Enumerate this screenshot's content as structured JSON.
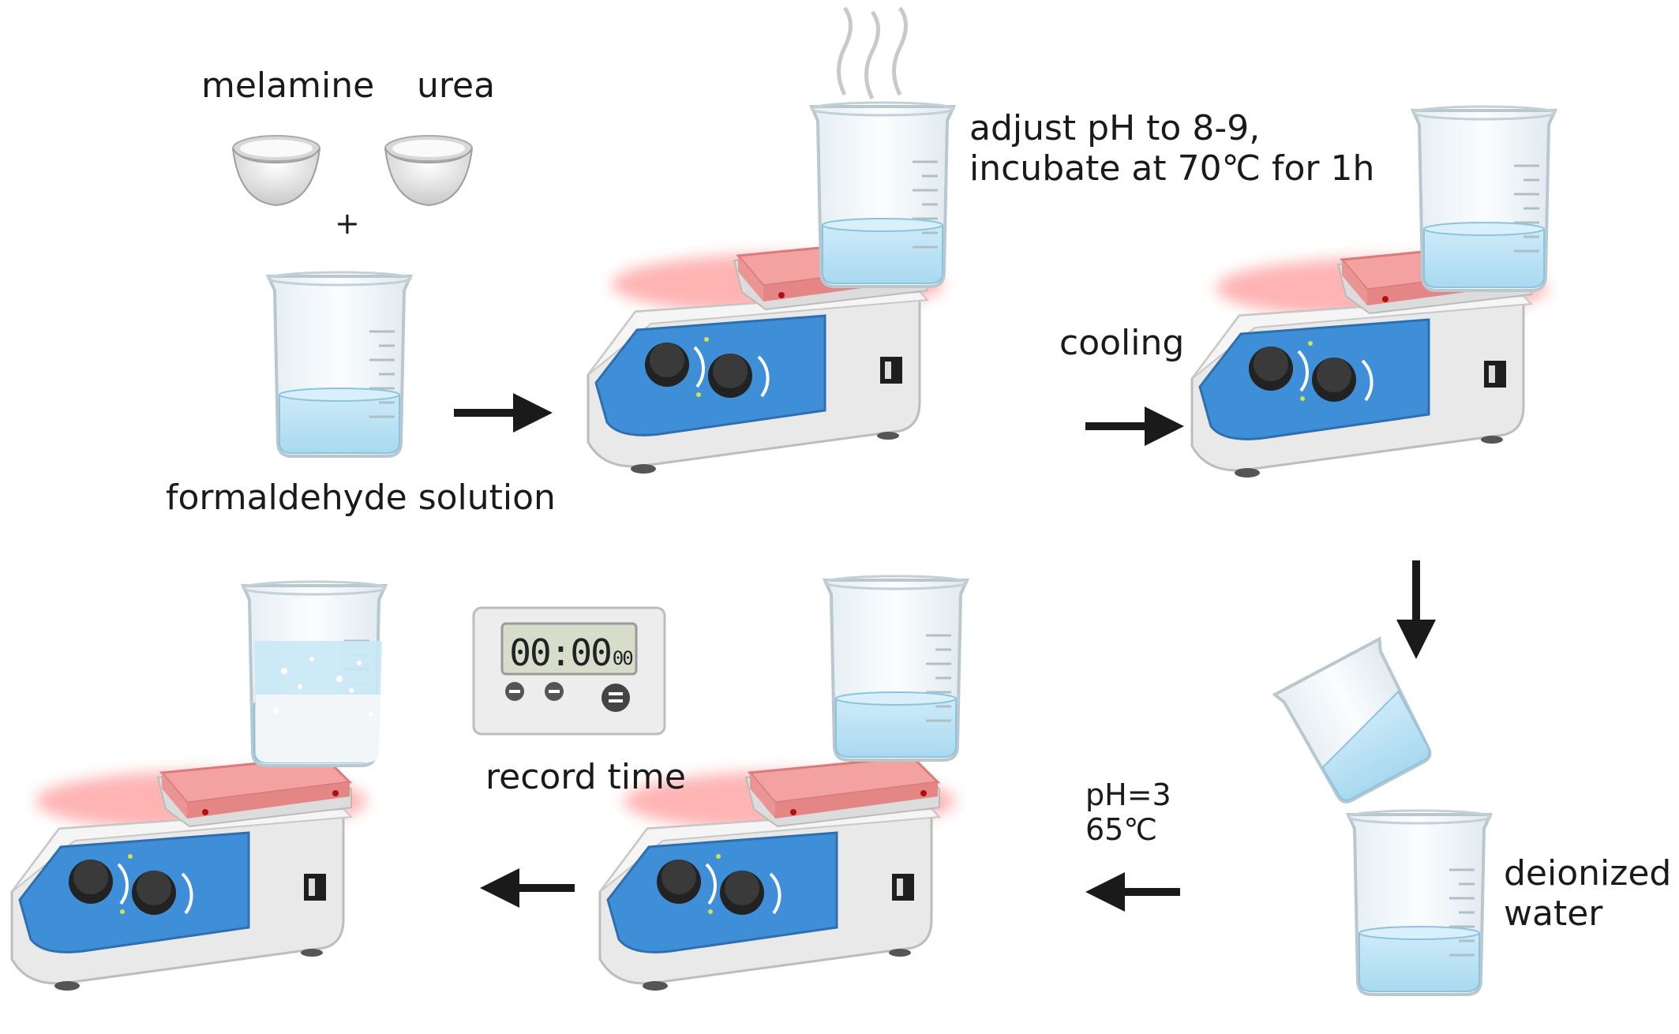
{
  "labels": {
    "melamine": "melamine",
    "urea": "urea",
    "plus": "+",
    "formaldehyde": "formaldehyde solution",
    "step2_line1": "adjust pH to 8-9,",
    "step2_line2": "incubate at 70℃ for 1h",
    "cooling": "cooling",
    "deionized_line1": "deionized",
    "deionized_line2": "water",
    "ph_line1": "pH=3",
    "ph_line2": "65℃",
    "record_time": "record time"
  },
  "timer": {
    "main": "00:00",
    "sub": "00"
  },
  "colors": {
    "plate_hot": "#ef9a9a",
    "panel_blue": "#3f8fd8",
    "liquid": "#bfe3f5",
    "arrow": "#1a1a1a",
    "body": "#eeeeee"
  }
}
